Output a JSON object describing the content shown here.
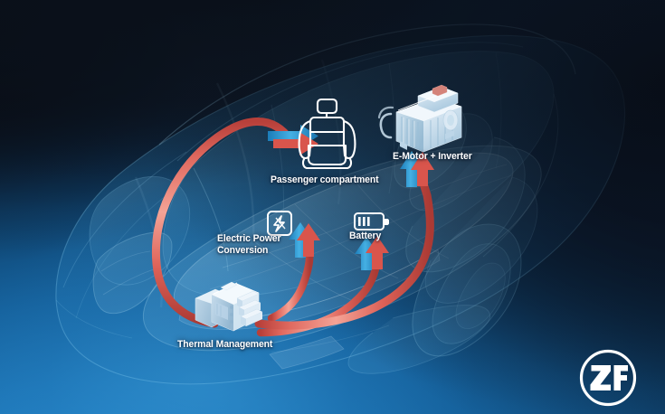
{
  "scene": {
    "title": "Electric vehicle thermal management system diagram",
    "vehicle": "x-ray rendering of electric vehicle with transparent body",
    "background_colors": {
      "top_dark": "#0d121c",
      "mid_blue": "#125b95",
      "bottom_blue": "#1c74b5",
      "glow_blue": "#3ea0dc"
    },
    "arrow_colors": {
      "red": "#e2695f",
      "red_light": "#f0978c",
      "red_dark": "#c2453d",
      "blue": "#2f9ed8",
      "blue_dark": "#1f7fbb"
    }
  },
  "labels": {
    "passenger": "Passenger compartment",
    "emotor": "E-Motor + Inverter",
    "epc": "Electric Power\nConversion",
    "battery": "Battery",
    "thermal": "Thermal Management"
  },
  "icons": {
    "passenger": "car-seat-icon",
    "epc": "lightning-bolt-icon",
    "battery": "battery-icon",
    "emotor": "e-motor-inverter-module",
    "thermal": "thermal-management-module"
  },
  "flows": [
    {
      "name": "thermal-to-passenger",
      "from": "Thermal Management",
      "to": "Passenger compartment"
    },
    {
      "name": "thermal-to-electric-power-conversion",
      "from": "Thermal Management",
      "to": "Electric Power Conversion"
    },
    {
      "name": "thermal-to-battery",
      "from": "Thermal Management",
      "to": "Battery"
    },
    {
      "name": "thermal-to-emotor",
      "from": "Thermal Management",
      "to": "E-Motor + Inverter"
    }
  ],
  "brand": {
    "name": "ZF",
    "logo": "zf-circle-logo"
  }
}
